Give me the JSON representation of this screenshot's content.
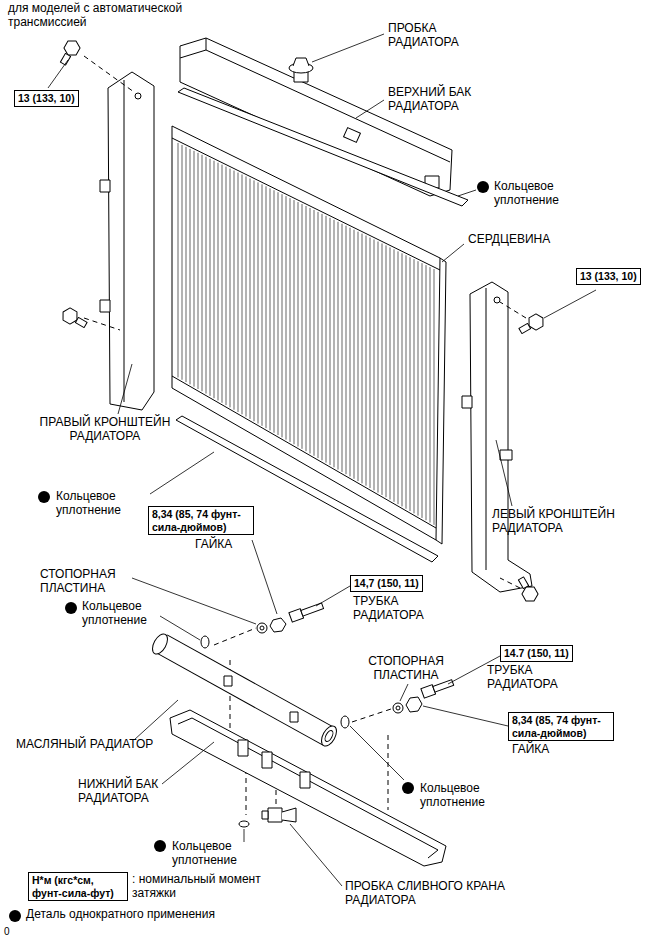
{
  "diagram": {
    "title": "для моделей с автоматической трансмиссией",
    "nodes": [
      {
        "text": [
          "13 (133, 10)"
        ]
      },
      {
        "text": [
          "13 (133, 10)"
        ]
      },
      {
        "text": [
          "8,34 (85, 74 фунт-сила-дюймов)"
        ]
      },
      {
        "text": [
          "14,7 (150, 11)"
        ]
      },
      {
        "text": [
          "14.7 (150, 11)"
        ]
      },
      {
        "text": [
          "8,34 (85, 74 фунт-сила-дюймов)"
        ]
      },
      {
        "text": [
          "Н*м (кгс*см, фунт-сила-фут)"
        ]
      }
    ],
    "labels": [
      "ПРОБКА РАДИАТОРА",
      "ВЕРХНИЙ БАК РАДИАТОРА",
      "Кольцевое уплотнение",
      "СЕРДЦЕВИНА",
      "ПРАВЫЙ КРОНШТЕЙН РАДИАТОРА",
      "Кольцевое уплотнение",
      "ГАЙКА",
      "СТОПОРНАЯ ПЛАСТИНА",
      "Кольцевое уплотнение",
      "ТРУБКА РАДИАТОРА",
      "ЛЕВЫЙ КРОНШТЕЙН РАДИАТОРА",
      "СТОПОРНАЯ ПЛАСТИНА",
      "ТРУБКА РАДИАТОРА",
      "ГАЙКА",
      "МАСЛЯНЫЙ РАДИАТОР",
      "Кольцевое уплотнение",
      "НИЖНИЙ БАК РАДИАТОРА",
      "Кольцевое уплотнение",
      "ПРОБКА СЛИВНОГО КРАНА РАДИАТОРА",
      "0"
    ],
    "legend": [
      {
        "text": ": номинальный момент затяжки"
      },
      {
        "text": "Деталь однократного применения"
      }
    ]
  }
}
